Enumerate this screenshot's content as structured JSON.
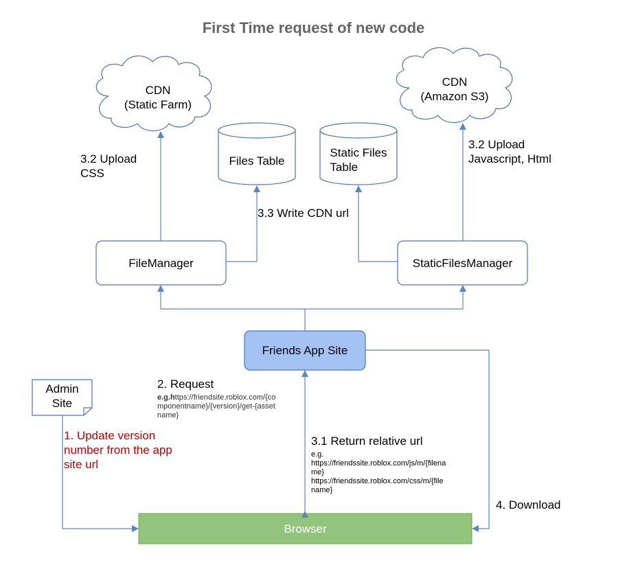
{
  "title": "First Time request of new code",
  "nodes": {
    "cdn_static_farm": {
      "line1": "CDN",
      "line2": "(Static Farm)"
    },
    "cdn_amazon": {
      "line1": "CDN",
      "line2": "(Amazon S3)"
    },
    "files_table": "Files Table",
    "static_files_table": {
      "line1": "Static Files",
      "line2": "Table"
    },
    "file_manager": "FileManager",
    "static_files_manager": "StaticFilesManager",
    "friends_app_site": "Friends App Site",
    "admin_site": {
      "line1": "Admin",
      "line2": "Site"
    },
    "browser": "Browser"
  },
  "labels": {
    "upload_css": {
      "line1": "3.2 Upload",
      "line2": "CSS"
    },
    "upload_js": {
      "line1": "3.2 Upload",
      "line2": "Javascript, Html"
    },
    "write_cdn": "3.3 Write CDN url",
    "request": "2. Request",
    "request_example": {
      "prefix": "e.g.h",
      "line1": "ttps://friendsite.roblox.com/{co",
      "line2": "mponentname}/{version}/get-{asset",
      "line3": "name}"
    },
    "update_version": {
      "line1": "1. Update version",
      "line2": "number from the app",
      "line3": "site url"
    },
    "return_url": "3.1 Return relative url",
    "return_example": {
      "line1": "e.g.",
      "line2": "https://friendssite.roblox.com/js/m/{filena",
      "line3": "me}",
      "line4": "https://friendssite.roblox.com/css/m/{file",
      "line5": "name}"
    },
    "download": "4. Download"
  },
  "colors": {
    "edge": "#5b87c0",
    "box_border": "#4a76b5",
    "friends_fill": "#a4c2f4",
    "browser_fill": "#93c47d",
    "browser_text": "#ffffff",
    "title": "#666666",
    "red_text": "#c00000"
  }
}
